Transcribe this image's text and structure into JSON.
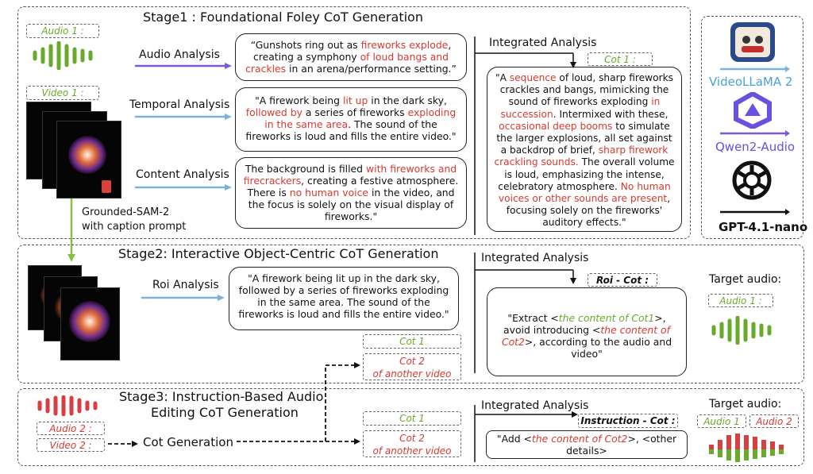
{
  "stage1": {
    "title": "Stage1 : Foundational Foley CoT Generation",
    "audio_tag": "Audio 1 :",
    "video_tag": "Video 1 :",
    "audio_analysis_label": "Audio Analysis",
    "temporal_analysis_label": "Temporal Analysis",
    "content_analysis_label": "Content Analysis",
    "grounded_label_line1": "Grounded-SAM-2",
    "grounded_label_line2": "with caption prompt",
    "audio_text": {
      "p1": "“Gunshots ring out as ",
      "h1": "fireworks explode",
      "p2": ", creating a symphony ",
      "h2": "of loud bangs and crackles",
      "p3": " in an arena/performance setting.”"
    },
    "temporal_text": {
      "p1": "\"A firework being ",
      "h1": "lit up",
      "p2": " in the dark sky, ",
      "h2": "followed by",
      "p3": " a series of fireworks ",
      "h3": "exploding in the same area",
      "p4": ". The sound of the fireworks is loud and fills the entire video.\""
    },
    "content_text": {
      "p1": "The background is filled ",
      "h1": "with fireworks and firecrackers",
      "p2": ", creating a festive atmosphere. There is ",
      "h2": "no human voice",
      "p3": " in the video, and the focus is solely on the visual display of fireworks.\""
    },
    "integrated_label": "Integrated Analysis",
    "cot_tag": "Cot 1 :",
    "cot_text": {
      "p1": "\"A ",
      "h1": "sequence",
      "p2": " of loud, sharp fireworks crackles and bangs, mimicking the sound of fireworks exploding ",
      "h2": "in succession",
      "p3": ". Intermixed with these, ",
      "h3": "occasional deep booms",
      "p4": " to simulate the larger explosions, all set against a backdrop of brief, ",
      "h4": "sharp firework crackling sounds.",
      "p5": " The overall volume is loud, emphasizing the intense, celebratory atmosphere. ",
      "h5": "No human voices or other sounds are present",
      "p6": ", focusing solely on the fireworks' auditory effects.\""
    }
  },
  "models": {
    "videollama": "VideoLLaMA 2",
    "qwen": "Qwen2-Audio",
    "gpt": "GPT-4.1-nano"
  },
  "stage2": {
    "title": "Stage2: Interactive Object-Centric CoT Generation",
    "roi_label": "Roi Analysis",
    "roi_text": "\"A firework being lit up in the dark sky, followed by a series of fireworks exploding in the same area. The sound of the fireworks is loud and fills the entire video.\"",
    "cot1_tag": "Cot 1",
    "cot2_tag_line1": "Cot 2",
    "cot2_tag_line2": "of another video",
    "integrated_label": "Integrated Analysis",
    "roi_cot_tag": "Roi - Cot :",
    "roi_cot_text": {
      "p1": "\"Extract <",
      "g1": "the content of Cot1",
      "p2": ">, avoid introducing <",
      "r1": "the content of Cot2",
      "p3": ">, according to the audio and video\""
    },
    "target_audio_label": "Target audio:",
    "target_audio_tag": "Audio 1 :"
  },
  "stage3": {
    "title_line1": "Stage3: Instruction-Based Audio",
    "title_line2": "Editing CoT Generation",
    "audio2_tag": "Audio 2 :",
    "video2_tag": "Video 2 :",
    "cot_generation_label": "Cot Generation",
    "cot1_tag": "Cot 1",
    "cot2_tag_line1": "Cot 2",
    "cot2_tag_line2": "of another video",
    "integrated_label": "Integrated Analysis",
    "instruction_tag": "Instruction - Cot :",
    "instruction_text": {
      "p1": "\"Add <",
      "r1": "the content of Cot2",
      "p2": ">, <other details>"
    },
    "target_audio_label": "Target audio:",
    "audio1_tag": "Audio 1",
    "audio2_tag_right": "Audio 2"
  },
  "colors": {
    "green": "#6aaa2a",
    "red": "#d63a2f",
    "blue_arrow": "#7ab2dd",
    "purple_arrow": "#7a5ad8",
    "qwen_purple": "#6a4fe0",
    "videollama_blue": "#4aa0d8"
  }
}
